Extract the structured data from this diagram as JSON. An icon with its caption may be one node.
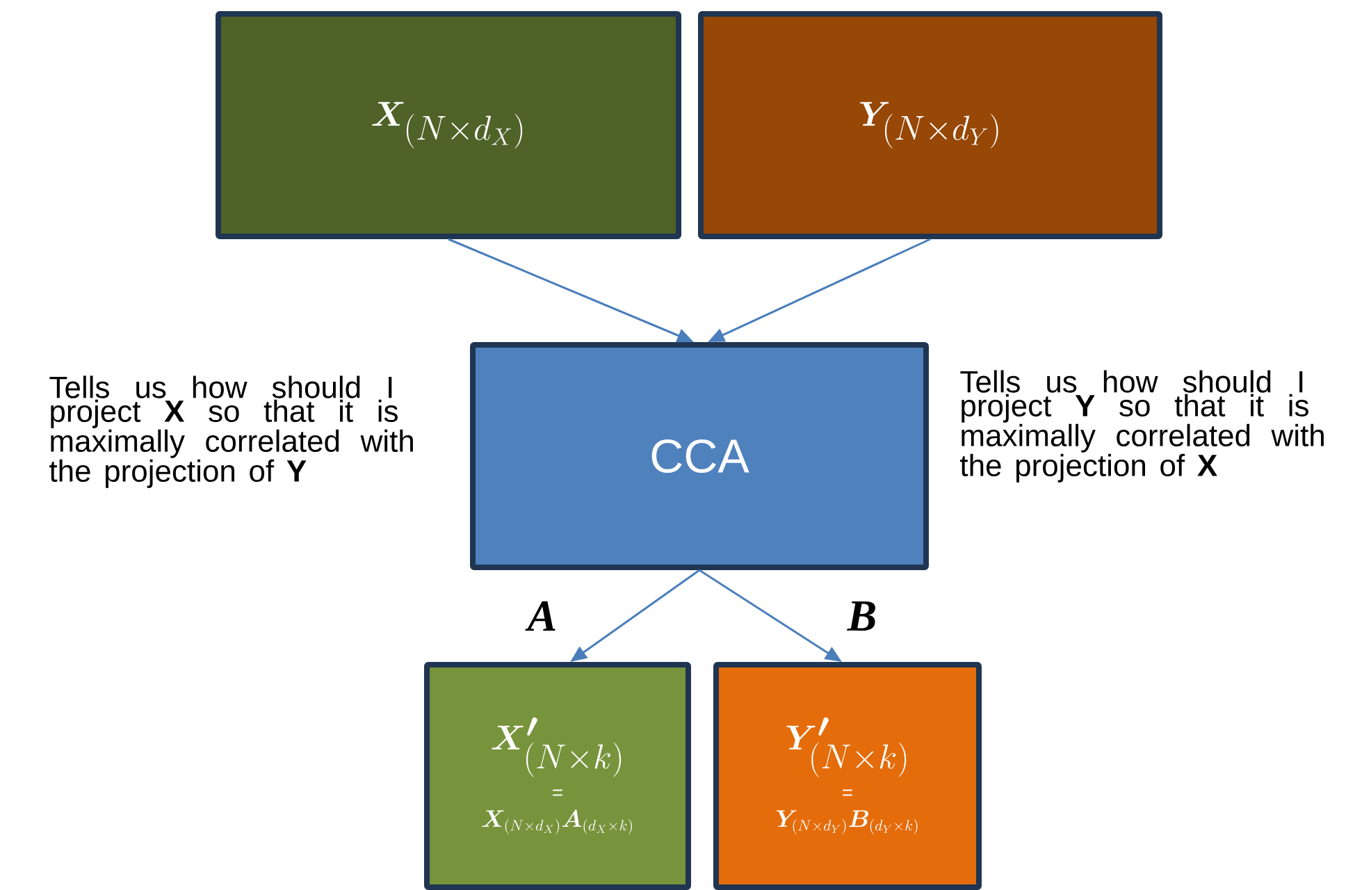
{
  "diagram": {
    "nodes": [
      {
        "text": [
          "\\bm{X}_{(N\\times d_X)}"
        ]
      },
      {
        "text": [
          "\\bm{Y}_{(N\\times d_Y)}"
        ]
      },
      {
        "text": [
          "CCA"
        ]
      },
      {
        "text": [
          "\\bm{X'}_{(N\\times k)}",
          "=",
          "\\bm{X}_{(N\\times d_X)}\\bm{A}_{(d_X\\times k)}"
        ]
      },
      {
        "text": [
          "\\bm{Y'}_{(N\\times k)}",
          "=",
          "\\bm{Y}_{(N\\times d_Y)}\\bm{B}_{(d_Y\\times k)}"
        ]
      }
    ],
    "edges": [
      {
        "from": 0,
        "to": 2,
        "arrow": "to"
      },
      {
        "from": 1,
        "to": 2,
        "arrow": "to"
      },
      {
        "from": 2,
        "to": 3,
        "arrow": "to",
        "label": "A"
      },
      {
        "from": 2,
        "to": 4,
        "arrow": "to",
        "label": "B"
      }
    ],
    "labels": [
      "Tells us how should I project **X** so that it is maximally correlated with the projection of **Y**",
      "Tells us how should I project **Y** so that it is maximally correlated with the projection of **X**"
    ]
  }
}
